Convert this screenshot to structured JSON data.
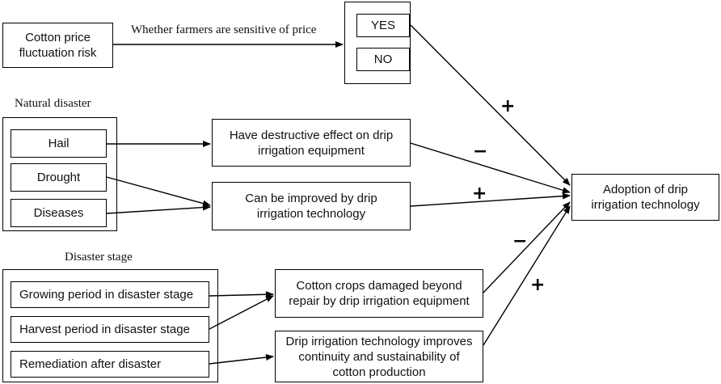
{
  "price": {
    "box": "Cotton price\nfluctuation risk",
    "edge_label": "Whether farmers are sensitive of price",
    "yes": "YES",
    "no": "NO"
  },
  "natural_disaster": {
    "title": "Natural disaster",
    "items": [
      "Hail",
      "Drought",
      "Diseases"
    ],
    "effects": [
      "Have destructive effect on drip\nirrigation equipment",
      "Can be improved by drip\nirrigation technology"
    ]
  },
  "disaster_stage": {
    "title": "Disaster stage",
    "items": [
      "Growing period in disaster stage",
      "Harvest period in disaster stage",
      "Remediation after disaster"
    ],
    "effects": [
      "Cotton crops damaged beyond\nrepair by drip irrigation equipment",
      "Drip irrigation technology improves\ncontinuity and sustainability of\ncotton production"
    ]
  },
  "outcome": "Adoption of drip\nirrigation technology",
  "signs": {
    "price_yes": "+",
    "destructive": "−",
    "improved": "+",
    "damaged": "−",
    "continuity": "+"
  }
}
